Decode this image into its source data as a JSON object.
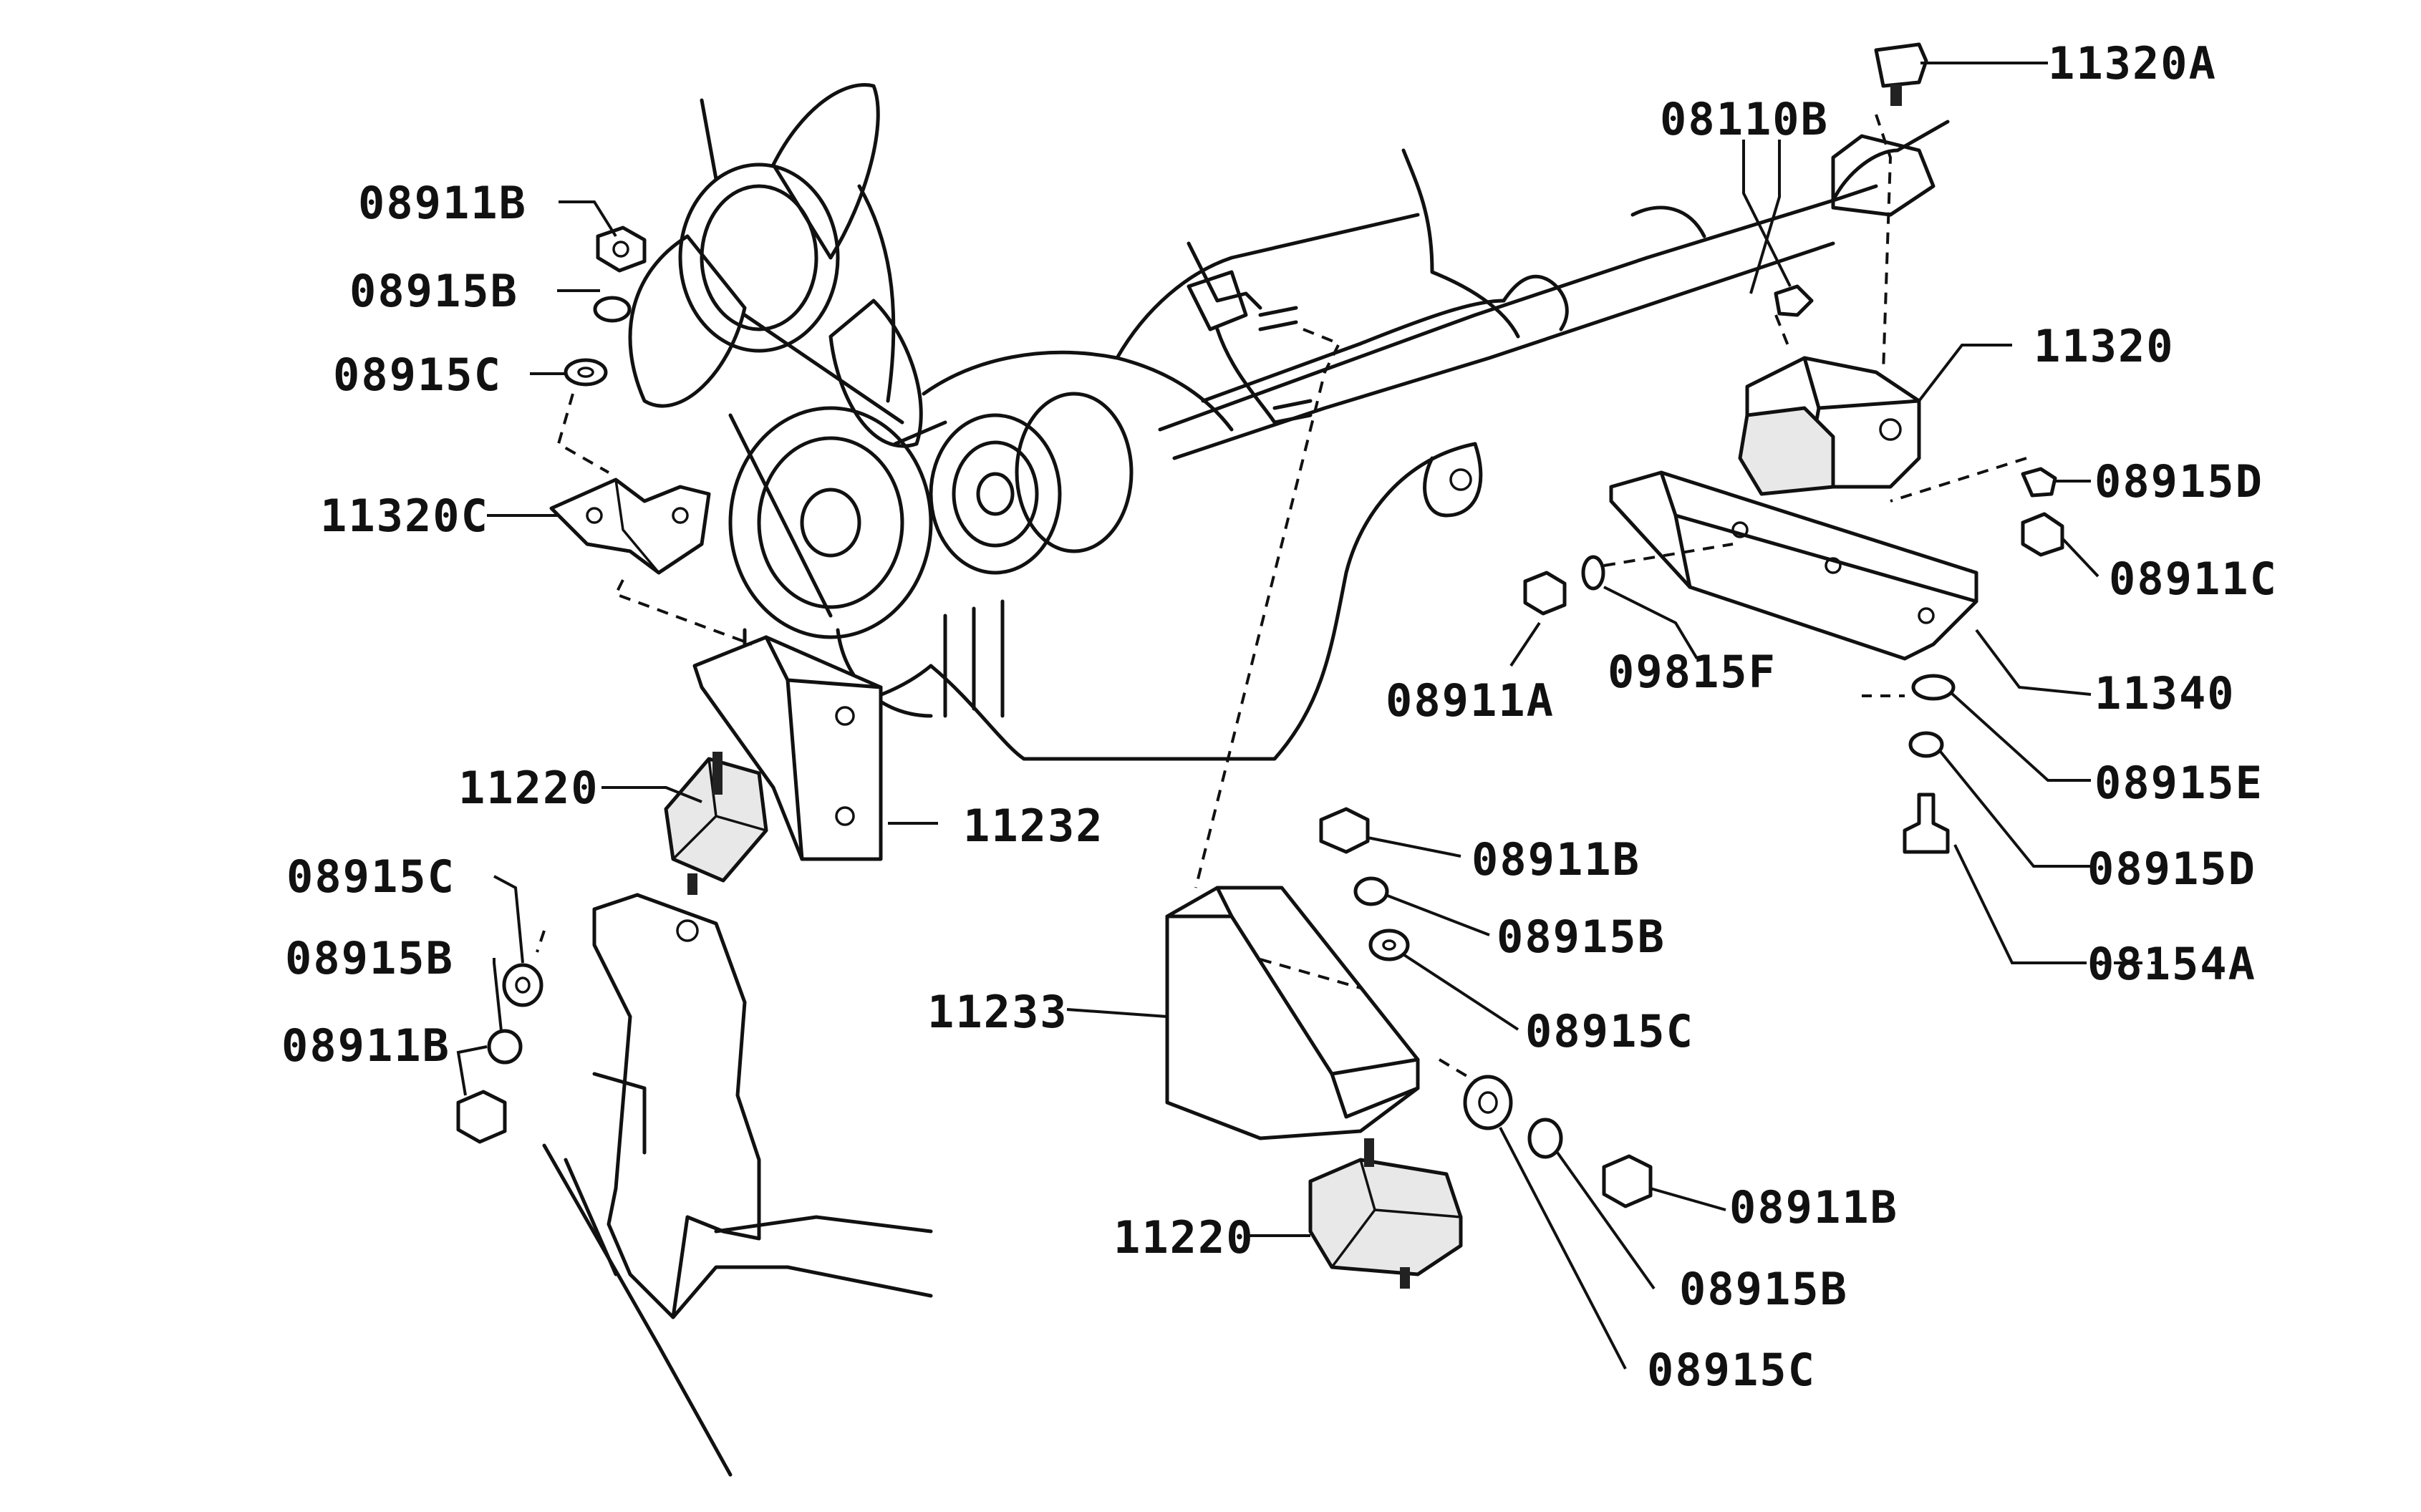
{
  "diagram": {
    "labels": {
      "p11320A": "11320A",
      "p08110B": "08110B",
      "p11320": "11320",
      "p08915D_top": "08915D",
      "p08911C": "08911C",
      "p11340": "11340",
      "p08911A": "08911A",
      "p09815F": "09815F",
      "p08915E": "08915E",
      "p08915D_bottom": "08915D",
      "p08154A": "08154A",
      "p08911B_left_top": "08911B",
      "p08915B_left_top": "08915B",
      "p08915C_left_top": "08915C",
      "p11320C": "11320C",
      "p11220_left": "11220",
      "p11232": "11232",
      "p08915C_left_bottom": "08915C",
      "p08915B_left_bottom": "08915B",
      "p08911B_left_bottom": "08911B",
      "p08911B_center": "08911B",
      "p08915B_center": "08915B",
      "p08915C_center": "08915C",
      "p11233": "11233",
      "p11220_center": "11220",
      "p08911B_right": "08911B",
      "p08915B_right": "08915B",
      "p08915C_right": "08915C"
    }
  }
}
